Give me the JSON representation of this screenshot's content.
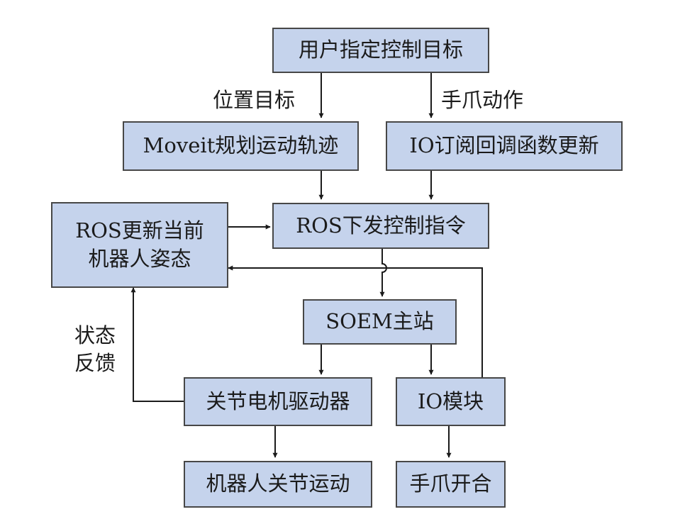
{
  "nodes": {
    "user_target": "用户指定控制目标",
    "moveit": "Moveit规划运动轨迹",
    "io_callback": "IO订阅回调函数更新",
    "ros_command": "ROS下发控制指令",
    "ros_update": [
      "ROS更新当前",
      "机器人姿态"
    ],
    "soem_master": "SOEM主站",
    "joint_driver": "关节电机驱动器",
    "io_module": "IO模块",
    "robot_joint_motion": "机器人关节运动",
    "gripper_open_close": "手爪开合"
  },
  "labels": {
    "position_target": "位置目标",
    "gripper_action": "手爪动作",
    "status_feedback": [
      "状态",
      "反馈"
    ]
  },
  "colors": {
    "box_fill": "#c5d3ec",
    "box_border": "#474747",
    "line": "#1b1b1b"
  }
}
